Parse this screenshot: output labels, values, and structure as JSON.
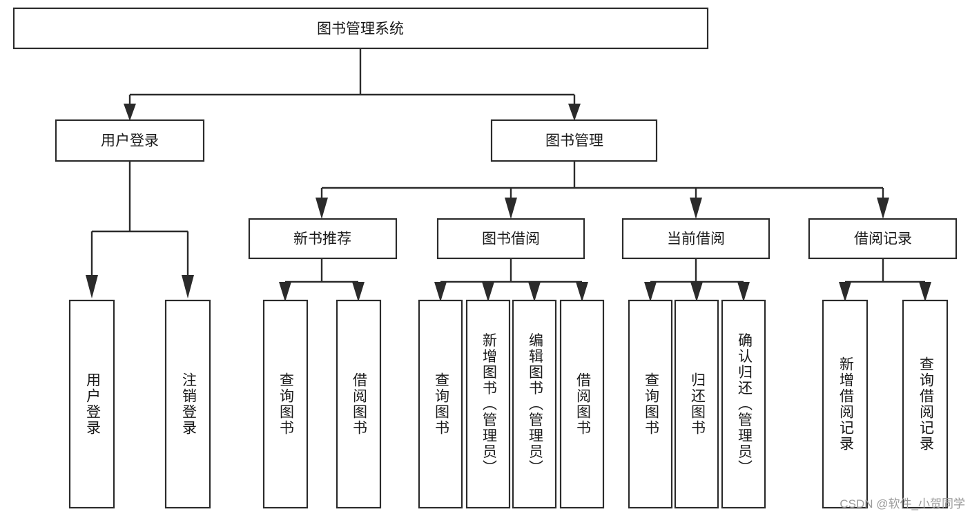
{
  "diagram": {
    "type": "tree-hierarchy",
    "title": "图书管理系统",
    "orientation": "top-down",
    "style": {
      "box_fill": "#ffffff",
      "box_stroke": "#2b2b2b",
      "connector_color": "#2b2b2b",
      "text_color": "#1a1a1a",
      "background": "#ffffff",
      "watermark_color": "#9a9a9a"
    },
    "root": {
      "id": "root",
      "label": "图书管理系统"
    },
    "level2": [
      {
        "id": "user-login",
        "label": "用户登录"
      },
      {
        "id": "book-management",
        "label": "图书管理"
      }
    ],
    "level3": [
      {
        "id": "new-book-recommend",
        "label": "新书推荐",
        "parent": "book-management"
      },
      {
        "id": "book-borrow",
        "label": "图书借阅",
        "parent": "book-management"
      },
      {
        "id": "current-borrow",
        "label": "当前借阅",
        "parent": "book-management"
      },
      {
        "id": "borrow-record",
        "label": "借阅记录",
        "parent": "book-management"
      }
    ],
    "leaves": {
      "user-login": [
        {
          "id": "leaf-user-login",
          "label": "用户登录"
        },
        {
          "id": "leaf-logout",
          "label": "注销登录"
        }
      ],
      "new-book-recommend": [
        {
          "id": "leaf-query-book-1",
          "label": "查询图书"
        },
        {
          "id": "leaf-borrow-book-1",
          "label": "借阅图书"
        }
      ],
      "book-borrow": [
        {
          "id": "leaf-query-book-2",
          "label": "查询图书"
        },
        {
          "id": "leaf-add-book",
          "label": "新增图书（管理员）"
        },
        {
          "id": "leaf-edit-book",
          "label": "编辑图书（管理员）"
        },
        {
          "id": "leaf-borrow-book-2",
          "label": "借阅图书"
        }
      ],
      "current-borrow": [
        {
          "id": "leaf-query-book-3",
          "label": "查询图书"
        },
        {
          "id": "leaf-return-book",
          "label": "归还图书"
        },
        {
          "id": "leaf-confirm-return",
          "label": "确认归还（管理员）"
        }
      ],
      "borrow-record": [
        {
          "id": "leaf-add-record",
          "label": "新增借阅记录"
        },
        {
          "id": "leaf-query-record",
          "label": "查询借阅记录"
        }
      ]
    }
  },
  "watermark": {
    "text": "CSDN @软件_小贺同学"
  }
}
